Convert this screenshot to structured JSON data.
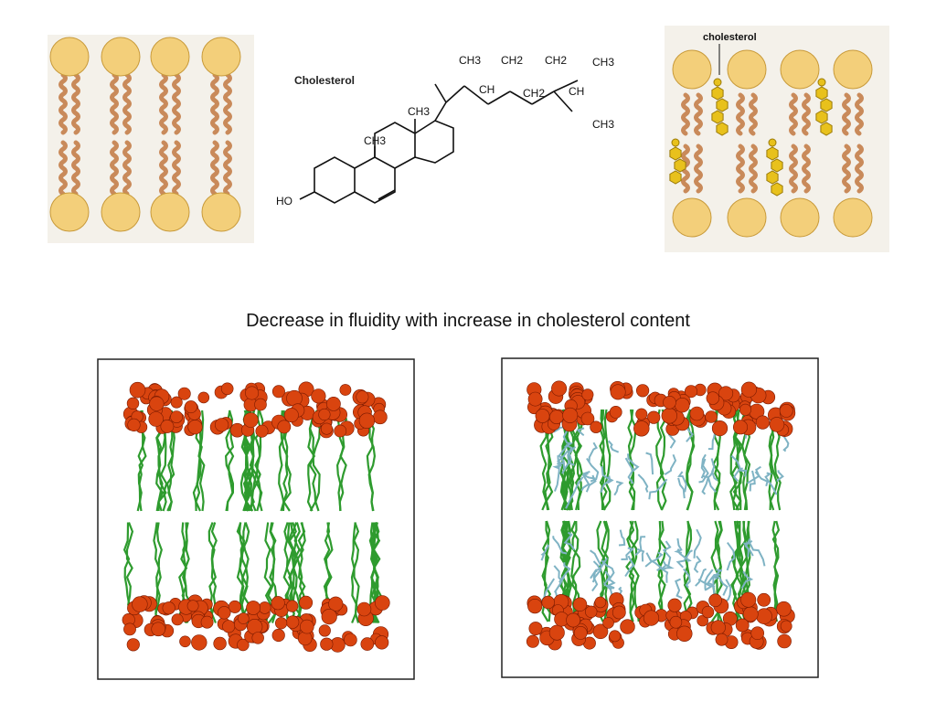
{
  "structure": {
    "name": "Cholesterol",
    "hydroxyl": "HO",
    "methyl_labels": [
      "CH3",
      "CH3",
      "CH3",
      "CH3",
      "CH3"
    ],
    "ch2_labels": [
      "CH2",
      "CH2",
      "CH2"
    ],
    "ch_labels": [
      "CH",
      "CH"
    ]
  },
  "bilayer_with_cholesterol": {
    "label": "cholesterol"
  },
  "caption": "Decrease in fluidity with increase in cholesterol content",
  "colors": {
    "head": "#f3cf7a",
    "tail": "#c98a5a",
    "cholesterol": "#e8c11c",
    "headgroup_sim": "#d9440f",
    "tail_sim": "#2e9b2e",
    "cholesterol_sim": "#7fb3c4"
  }
}
